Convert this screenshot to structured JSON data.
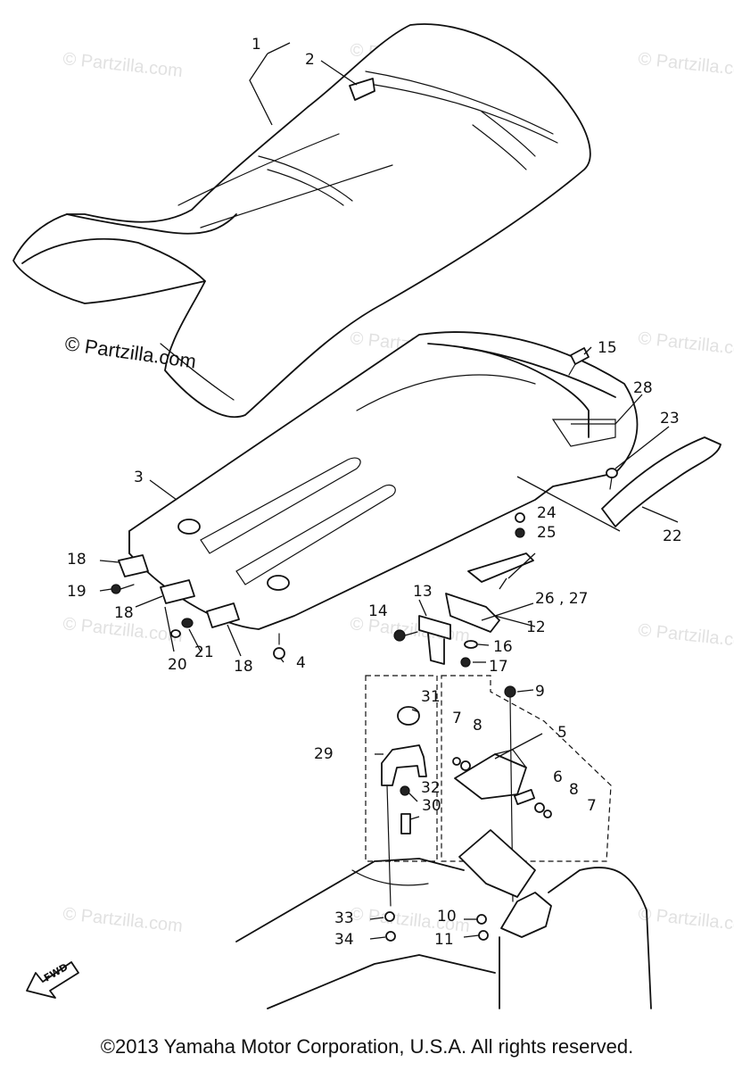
{
  "watermark": {
    "main": "© Partzilla.com",
    "faint": "© Partzilla.com"
  },
  "callouts": {
    "c1": "1",
    "c2": "2",
    "c3": "3",
    "c4": "4",
    "c5": "5",
    "c6": "6",
    "c7a": "7",
    "c7b": "7",
    "c8a": "8",
    "c8b": "8",
    "c9": "9",
    "c10": "10",
    "c11": "11",
    "c12": "12",
    "c13": "13",
    "c14": "14",
    "c15": "15",
    "c16": "16",
    "c17": "17",
    "c18a": "18",
    "c18b": "18",
    "c18c": "18",
    "c19": "19",
    "c20": "20",
    "c21": "21",
    "c22": "22",
    "c23": "23",
    "c24": "24",
    "c25": "25",
    "c2627": "26 , 27",
    "c28": "28",
    "c29": "29",
    "c30": "30",
    "c31": "31",
    "c32": "32",
    "c33": "33",
    "c34": "34"
  },
  "fwd_label": "FWD",
  "copyright": "©2013 Yamaha Motor Corporation, U.S.A. All rights reserved."
}
